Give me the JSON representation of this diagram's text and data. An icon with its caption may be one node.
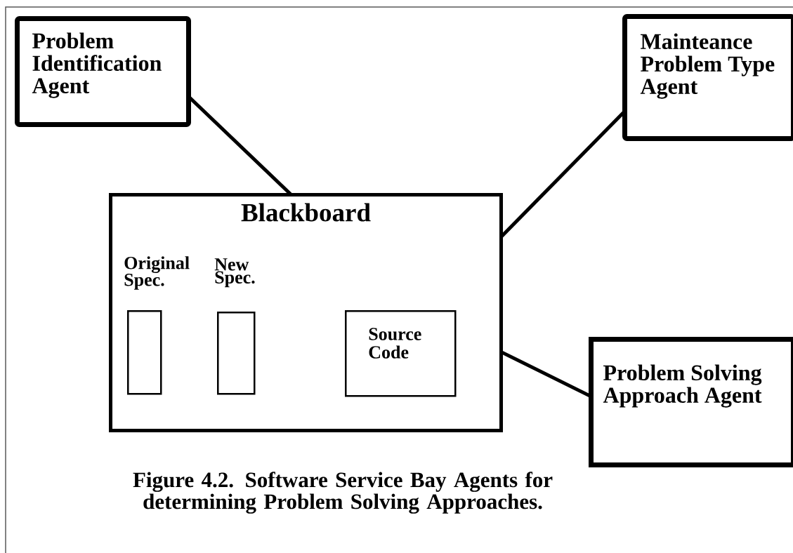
{
  "diagram": {
    "caption": "Figure 4.2. Software Service Bay Agents for determining Problem Solving Approaches.",
    "nodes": [
      {
        "text": [
          "Problem Identification Agent"
        ]
      },
      {
        "text": [
          "Mainteance Problem Type Agent"
        ]
      },
      {
        "text": [
          "Blackboard"
        ]
      },
      {
        "text": [
          "Original Spec."
        ],
        "in": 2
      },
      {
        "text": [
          "New Spec."
        ],
        "in": 2
      },
      {
        "text": [
          "Source Code"
        ],
        "in": 2
      },
      {
        "text": [
          "Problem Solving Approach Agent"
        ]
      }
    ],
    "edges": [
      {
        "from": 0,
        "to": 2,
        "arrow": "none"
      },
      {
        "from": 1,
        "to": 2,
        "arrow": "none"
      },
      {
        "from": 6,
        "to": 2,
        "arrow": "none"
      }
    ]
  }
}
